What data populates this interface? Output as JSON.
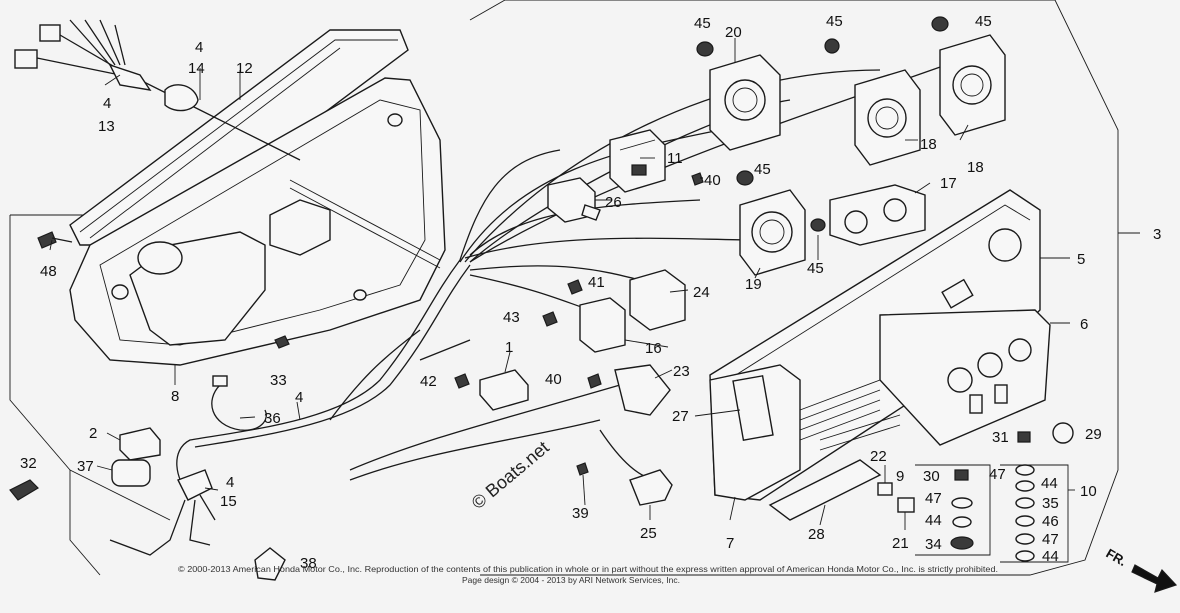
{
  "diagram": {
    "callouts": [
      "2",
      "3",
      "4",
      "4",
      "4",
      "4",
      "5",
      "6",
      "7",
      "8",
      "9",
      "10",
      "11",
      "12",
      "13",
      "14",
      "15",
      "16",
      "17",
      "18",
      "18",
      "19",
      "20",
      "21",
      "22",
      "23",
      "24",
      "25",
      "26",
      "27",
      "28",
      "29",
      "30",
      "31",
      "32",
      "33",
      "34",
      "35",
      "36",
      "37",
      "38",
      "39",
      "40",
      "40",
      "41",
      "42",
      "43",
      "44",
      "44",
      "44",
      "45",
      "45",
      "45",
      "45",
      "45",
      "46",
      "47",
      "47",
      "47",
      "48",
      "1"
    ],
    "watermark": "© Boats.net",
    "copyright_line1": "© 2000-2013 American Honda Motor Co., Inc. Reproduction of the contents of this publication in whole or in part without the express written approval of American Honda Motor Co., Inc. is strictly prohibited.",
    "copyright_line2": "Page design © 2004 - 2013 by ARI Network Services, Inc.",
    "direction_label": "FR."
  }
}
